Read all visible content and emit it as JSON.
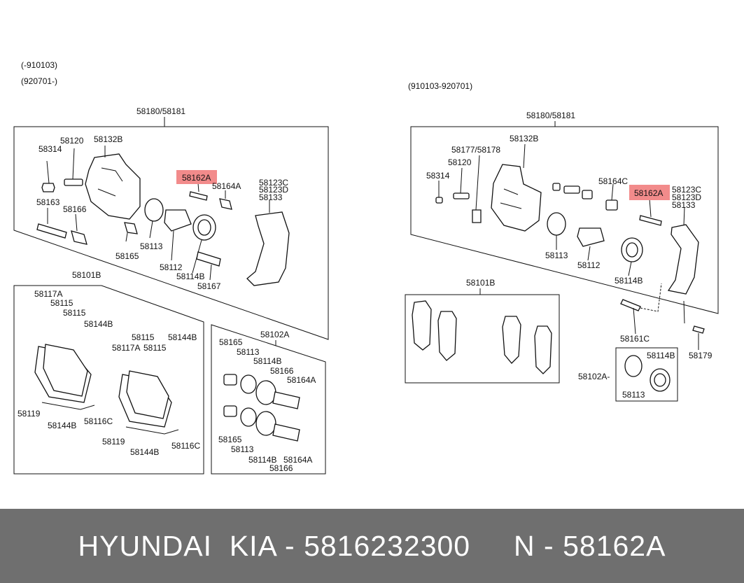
{
  "left_panel": {
    "range_1": "(-910103)",
    "range_2": "(920701-)",
    "caliper_assy": "58180/58181",
    "labels": {
      "p58314": "58314",
      "p58120": "58120",
      "p58132B": "58132B",
      "p58162A": "58162A",
      "p58164A": "58164A",
      "p58123C": "58123C",
      "p58123D": "58123D",
      "p58133": "58133",
      "p58163": "58163",
      "p58166": "58166",
      "p58165": "58165",
      "p58113": "58113",
      "p58112": "58112",
      "p58114B": "58114B",
      "p58167": "58167"
    },
    "pad_kit": {
      "title": "58101B",
      "labels": {
        "a117A": "58117A",
        "a115a": "58115",
        "a115b": "58115",
        "a144B": "58144B",
        "a115c": "58115",
        "a117Ab": "58117A",
        "a115d": "58115",
        "a144Bb": "58144B",
        "a119": "58119",
        "a144Bc": "58144B",
        "a116C": "58116C",
        "a119b": "58119",
        "a144Bd": "58144B",
        "a116Cb": "58116C"
      }
    },
    "seal_kit": {
      "title": "58102A",
      "labels": {
        "s165": "58165",
        "s113": "58113",
        "s114B": "58114B",
        "s166": "58166",
        "s164A": "58164A",
        "s165b": "58165",
        "s113b": "58113",
        "s114Bb": "58114B",
        "s164Ab": "58164A",
        "s166b": "58166"
      }
    }
  },
  "right_panel": {
    "range": "(910103-920701)",
    "caliper_assy": "58180/58181",
    "labels": {
      "r132B": "58132B",
      "r177": "58177/58178",
      "r120": "58120",
      "r314": "58314",
      "r164C": "58164C",
      "r162A": "58162A",
      "r123C": "58123C",
      "r123D": "58123D",
      "r133": "58133",
      "r113": "58113",
      "r112": "58112",
      "r114B": "58114B",
      "r161C": "58161C",
      "r179": "58179"
    },
    "pad_kit": {
      "title": "58101B"
    },
    "seal_kit": {
      "title": "58102A-",
      "labels": {
        "s114B": "58114B",
        "s113": "58113"
      }
    }
  },
  "highlight_color": "#f28b8b",
  "footer": {
    "text": "HYUNDAI  KIA - 5816232300     N - 58162A"
  }
}
